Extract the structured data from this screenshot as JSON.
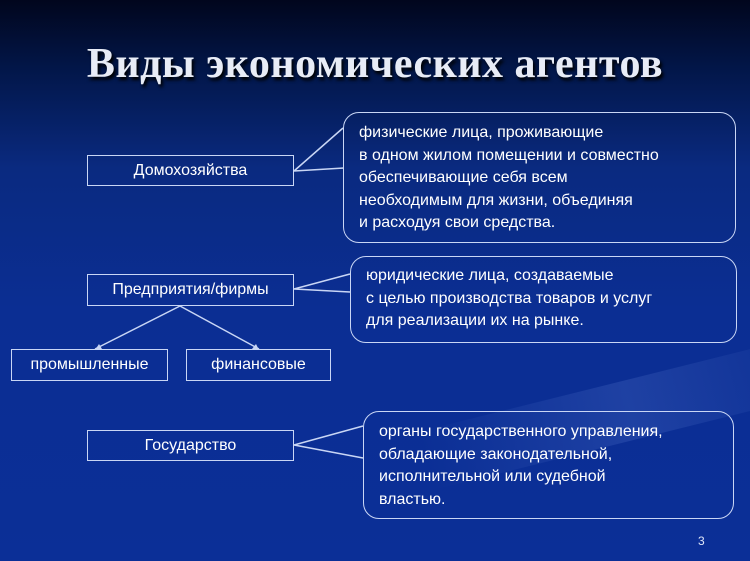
{
  "slide": {
    "title": "Виды экономических агентов",
    "page_number": "3"
  },
  "agents": [
    {
      "label": "Домохозяйства",
      "definition": [
        "физические лица, проживающие",
        "в одном жилом помещении и совместно",
        "обеспечивающие себя всем",
        "необходимым для жизни, объединяя",
        "и расходуя свои средства."
      ]
    },
    {
      "label": "Предприятия/фирмы",
      "definition": [
        "юридические лица, создаваемые",
        "с целью производства товаров и услуг",
        "для реализации их на рынке."
      ],
      "subtypes": [
        "промышленные",
        "финансовые"
      ]
    },
    {
      "label": "Государство",
      "definition": [
        "органы государственного управления,",
        "обладающие законодательной,",
        "исполнительной или судебной",
        "властью."
      ]
    }
  ],
  "colors": {
    "background_top": "#01061d",
    "background_main": "#0b2e93",
    "line": "#c9d6f5",
    "text": "#ffffff"
  }
}
